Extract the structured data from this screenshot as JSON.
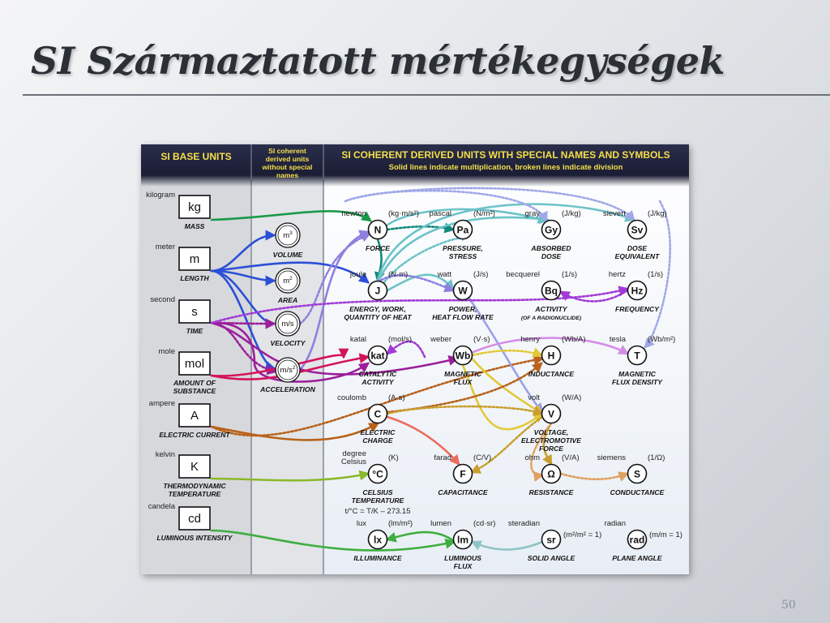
{
  "slide": {
    "title": "SI Származtatott mértékegységek",
    "page_number": "50"
  },
  "chart": {
    "header_base": "SI BASE UNITS",
    "header_mid": [
      "SI coherent",
      "derived units",
      "without special",
      "names"
    ],
    "header_derived": "SI COHERENT  DERIVED UNITS WITH SPECIAL NAMES AND SYMBOLS",
    "header_sub": "Solid lines indicate multiplication, broken lines indicate division",
    "base_units": [
      {
        "name": "kilogram",
        "symbol": "kg",
        "caption": [
          "MASS"
        ]
      },
      {
        "name": "meter",
        "symbol": "m",
        "caption": [
          "LENGTH"
        ]
      },
      {
        "name": "second",
        "symbol": "s",
        "caption": [
          "TIME"
        ]
      },
      {
        "name": "mole",
        "symbol": "mol",
        "caption": [
          "AMOUNT OF",
          "SUBSTANCE"
        ]
      },
      {
        "name": "ampere",
        "symbol": "A",
        "caption": [
          "ELECTRIC CURRENT"
        ]
      },
      {
        "name": "kelvin",
        "symbol": "K",
        "caption": [
          "THERMODYNAMIC",
          "TEMPERATURE"
        ]
      },
      {
        "name": "candela",
        "symbol": "cd",
        "caption": [
          "LUMINOUS INTENSITY"
        ]
      }
    ],
    "mid_units": [
      {
        "symbol": "m3",
        "caption": "VOLUME"
      },
      {
        "symbol": "m2",
        "caption": "AREA"
      },
      {
        "symbol": "m/s",
        "caption": "VELOCITY"
      },
      {
        "symbol": "m/s2",
        "caption": "ACCELERATION"
      }
    ],
    "derived_units": [
      {
        "id": "N",
        "symbol": "N",
        "name": "newton",
        "def": "(kg·m/s²)",
        "caption": [
          "FORCE"
        ]
      },
      {
        "id": "Pa",
        "symbol": "Pa",
        "name": "pascal",
        "def": "(N/m²)",
        "caption": [
          "PRESSURE,",
          "STRESS"
        ]
      },
      {
        "id": "Gy",
        "symbol": "Gy",
        "name": "gray",
        "def": "(J/kg)",
        "caption": [
          "ABSORBED",
          "DOSE"
        ]
      },
      {
        "id": "Sv",
        "symbol": "Sv",
        "name": "sievert",
        "def": "(J/kg)",
        "caption": [
          "DOSE",
          "EQUIVALENT"
        ]
      },
      {
        "id": "J",
        "symbol": "J",
        "name": "joule",
        "def": "(N·m)",
        "caption": [
          "ENERGY, WORK,",
          "QUANTITY OF HEAT"
        ]
      },
      {
        "id": "W",
        "symbol": "W",
        "name": "watt",
        "def": "(J/s)",
        "caption": [
          "POWER,",
          "HEAT FLOW RATE"
        ]
      },
      {
        "id": "Bq",
        "symbol": "Bq",
        "name": "becquerel",
        "def": "(1/s)",
        "caption": [
          "ACTIVITY",
          "(OF A RADIONUCLIDE)"
        ]
      },
      {
        "id": "Hz",
        "symbol": "Hz",
        "name": "hertz",
        "def": "(1/s)",
        "caption": [
          "FREQUENCY"
        ]
      },
      {
        "id": "kat",
        "symbol": "kat",
        "name": "katal",
        "def": "(mol/s)",
        "caption": [
          "CATALYTIC",
          "ACTIVITY"
        ]
      },
      {
        "id": "Wb",
        "symbol": "Wb",
        "name": "weber",
        "def": "(V·s)",
        "caption": [
          "MAGNETIC",
          "FLUX"
        ]
      },
      {
        "id": "H",
        "symbol": "H",
        "name": "henry",
        "def": "(Wb/A)",
        "caption": [
          "INDUCTANCE"
        ]
      },
      {
        "id": "T",
        "symbol": "T",
        "name": "tesla",
        "def": "(Wb/m²)",
        "caption": [
          "MAGNETIC",
          "FLUX DENSITY"
        ]
      },
      {
        "id": "C",
        "symbol": "C",
        "name": "coulomb",
        "def": "(A·s)",
        "caption": [
          "ELECTRIC",
          "CHARGE"
        ]
      },
      {
        "id": "V",
        "symbol": "V",
        "name": "volt",
        "def": "(W/A)",
        "caption": [
          "VOLTAGE,",
          "ELECTROMOTIVE",
          "FORCE"
        ]
      },
      {
        "id": "degC",
        "symbol": "°C",
        "name": "degree",
        "def": "(K)",
        "name2": "Celsius",
        "caption": [
          "CELSIUS",
          "TEMPERATURE"
        ],
        "note": "t/°C = T/K – 273.15"
      },
      {
        "id": "F",
        "symbol": "F",
        "name": "farad",
        "def": "(C/V)",
        "caption": [
          "CAPACITANCE"
        ]
      },
      {
        "id": "Ohm",
        "symbol": "Ω",
        "name": "ohm",
        "def": "(V/A)",
        "caption": [
          "RESISTANCE"
        ]
      },
      {
        "id": "S",
        "symbol": "S",
        "name": "siemens",
        "def": "(1/Ω)",
        "caption": [
          "CONDUCTANCE"
        ]
      },
      {
        "id": "lx",
        "symbol": "lx",
        "name": "lux",
        "def": "(lm/m²)",
        "caption": [
          "ILLUMINANCE"
        ]
      },
      {
        "id": "lm",
        "symbol": "lm",
        "name": "lumen",
        "def": "(cd·sr)",
        "caption": [
          "LUMINOUS",
          "FLUX"
        ]
      },
      {
        "id": "sr",
        "symbol": "sr",
        "name": "steradian",
        "def": "(m²/m² = 1)",
        "caption": [
          "SOLID ANGLE"
        ]
      },
      {
        "id": "rad",
        "symbol": "rad",
        "name": "radian",
        "def": "(m/m = 1)",
        "caption": [
          "PLANE ANGLE"
        ]
      }
    ],
    "colors": {
      "kg": "#1a9a4a",
      "m": "#2b4fd6",
      "s": "#9b1f9b",
      "mol": "#d4145a",
      "A": "#b8621b",
      "K": "#8ab82a",
      "cd": "#3fae3f",
      "N": "#138a7a",
      "Pa": "#6cc3c8",
      "J": "#8f7fe0",
      "W": "#9aa0e8",
      "Wb": "#e3c83a",
      "T": "#d58ce8",
      "C": "#ef6a5a",
      "V": "#c8a030",
      "Ohm": "#e0a060",
      "Hz": "#a13ad6",
      "lm": "#7ec9a0",
      "sr": "#8ec4c4"
    }
  }
}
